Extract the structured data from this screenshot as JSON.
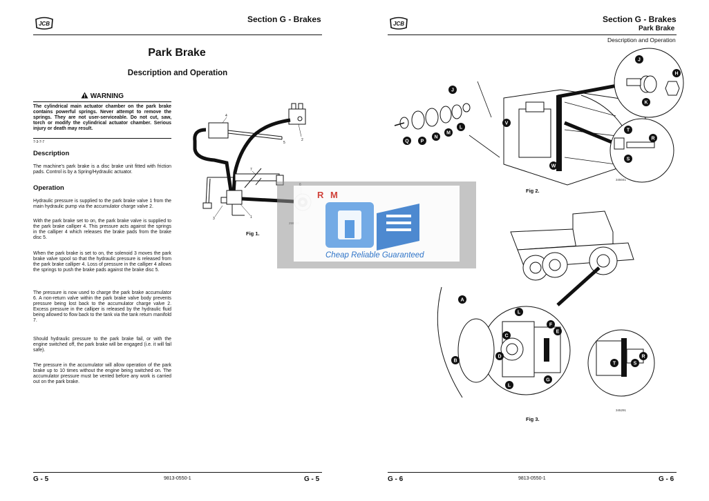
{
  "left": {
    "header": {
      "title": "Section G - Brakes"
    },
    "title": "Park Brake",
    "subtitle": "Description and Operation",
    "warning": {
      "heading": "WARNING",
      "body": "The cylindrical main actuator chamber on the park brake contains powerful springs. Never attempt to remove the springs. They are not user-serviceable. Do not cut, saw, torch or modify the cylindrical actuator chamber. Serious injury or death may result.",
      "code": "7-3-7-7"
    },
    "description": {
      "heading": "Description",
      "text": "The machine's park brake is a disc brake unit fitted with friction pads. Control is by a Spring/Hydraulic actuator."
    },
    "operation": {
      "heading": "Operation",
      "paragraphs": [
        "Hydraulic pressure is supplied to the park brake valve 1 from the main hydraulic pump via the accumulator charge valve 2.",
        "With the park brake set to on, the park brake valve is supplied to the park brake calliper 4. This pressure acts against the springs in the calliper 4 which releases the brake pads from the brake disc 5.",
        "When the park brake is set to on, the solenoid 3 moves the park brake valve spool so that the hydraulic pressure is released from the park brake calliper 4. Loss of pressure in the calliper 4 allows the springs to push the brake pads against the brake disc 5.",
        "The pressure is now used to charge the park brake accumulator 6. A non-return valve within the park brake valve body prevents pressure being lost back to the accumulator charge valve 2. Excess pressure in the calliper is released by the hydraulic fluid being allowed to flow back to the tank via the tank return manifold 7.",
        "Should hydraulic pressure to the park brake fail, or with the engine switched off, the park brake will be engaged (i.e. it will fail safe).",
        "The pressure in the accumulator will allow operation of the park brake up to 10 times without the engine being switched on. The accumulator pressure must be vented before any work is carried out on the park brake."
      ]
    },
    "fig1": {
      "label": "Fig 1.",
      "number": "259020",
      "callouts": [
        "1",
        "2",
        "3",
        "4",
        "5",
        "6",
        "7"
      ]
    },
    "footer": {
      "left": "G - 5",
      "doc": "9813-0550-1",
      "right": "G - 5"
    }
  },
  "right": {
    "header": {
      "title": "Section G - Brakes",
      "subtitle": "Park Brake",
      "small": "Description and Operation"
    },
    "fig2": {
      "label": "Fig 2.",
      "number": "345041",
      "callouts": [
        "J",
        "H",
        "K",
        "Q",
        "P",
        "N",
        "M",
        "L",
        "V",
        "W",
        "T",
        "R",
        "S"
      ]
    },
    "fig3": {
      "label": "Fig 3.",
      "number": "345291",
      "callouts": [
        "A",
        "B",
        "L",
        "F",
        "E",
        "C",
        "D",
        "G",
        "L",
        "T",
        "S",
        "R"
      ]
    },
    "footer": {
      "left": "G - 6",
      "doc": "9813-0550-1",
      "right": "G - 6"
    }
  },
  "watermark": {
    "letters": "R M",
    "tagline": "Cheap Reliable Guaranteed"
  },
  "colors": {
    "watermark_blue": "#2e74c8",
    "watermark_red": "#d0423a",
    "watermark_bg": "#969696"
  }
}
